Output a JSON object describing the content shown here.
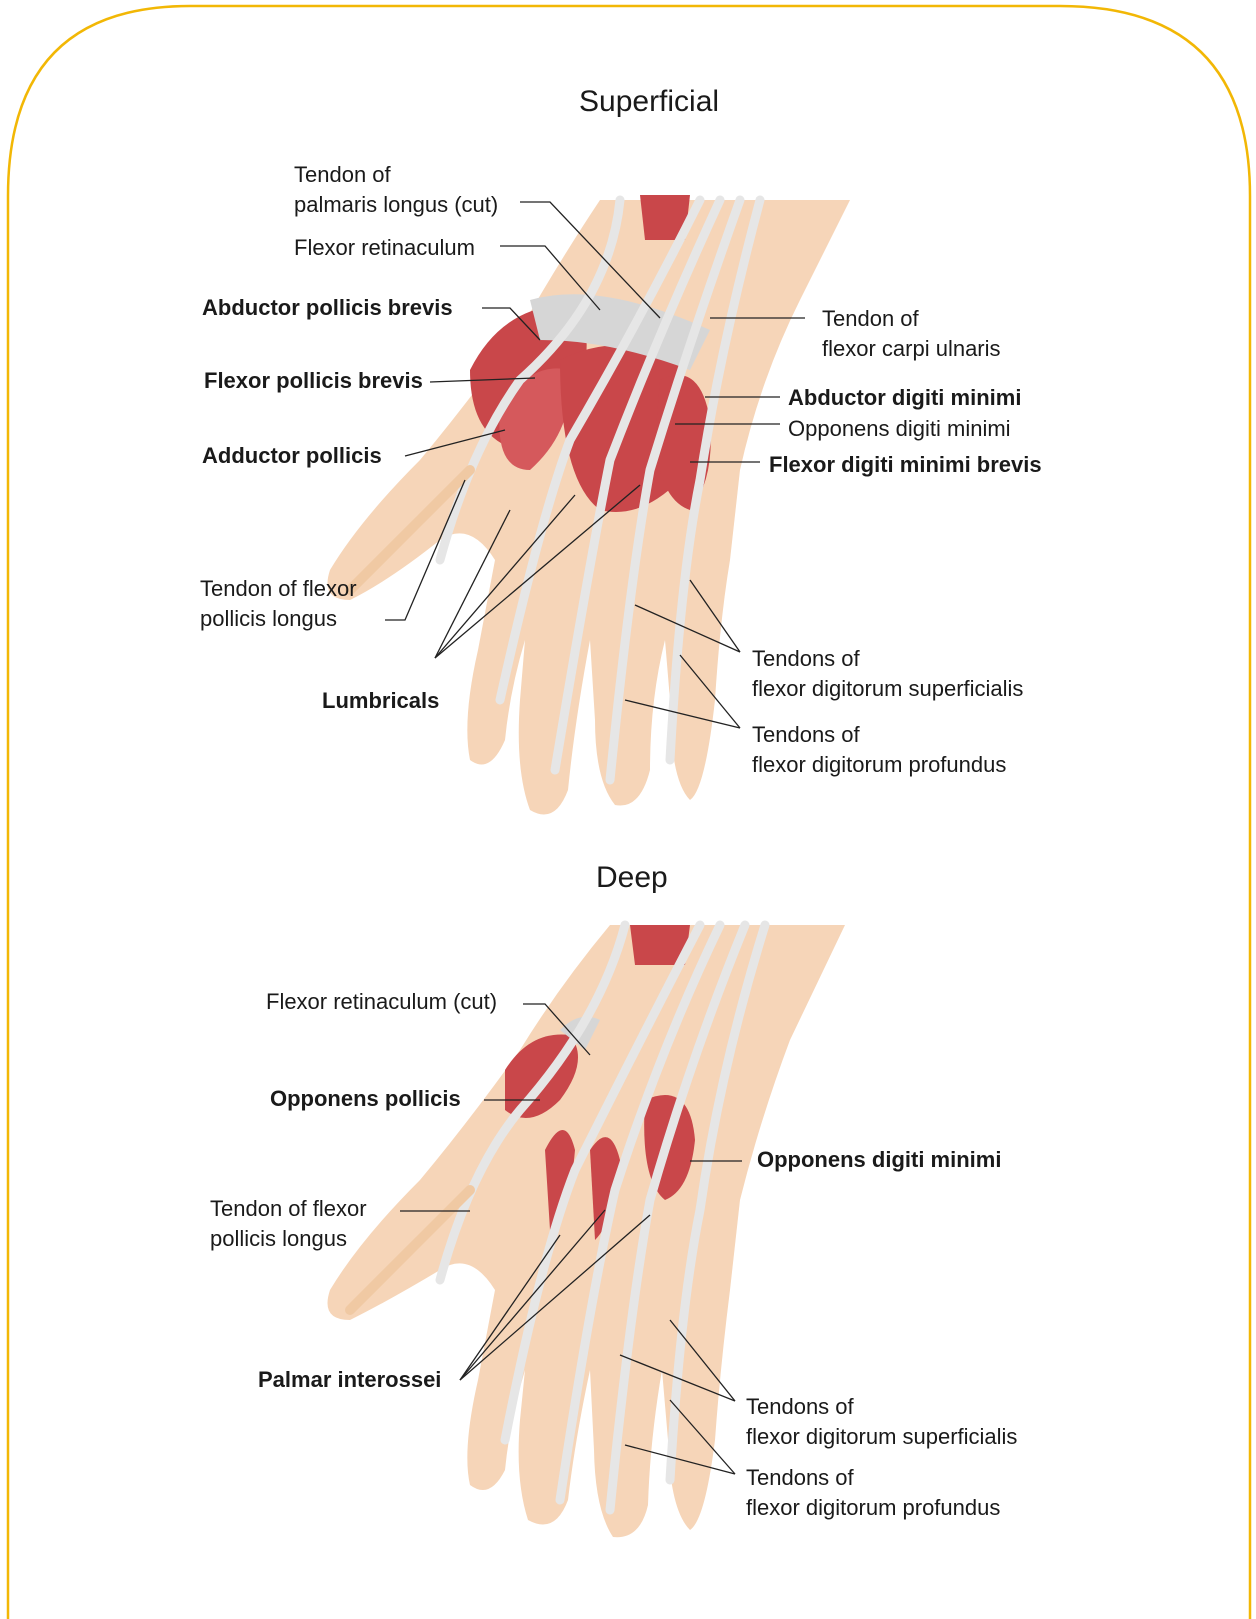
{
  "colors": {
    "frame": "#f2b705",
    "skin": "#f6d5b8",
    "skin_dark": "#efc3a0",
    "muscle": "#c9474a",
    "muscle_light": "#e07e7f",
    "tendon": "#e6e6e6",
    "bone": "#f1d2b0",
    "leader": "#222222"
  },
  "superficial": {
    "title": "Superficial",
    "labels": {
      "tendon_palmaris_l1": "Tendon of",
      "tendon_palmaris_l2": "palmaris longus (cut)",
      "flexor_retinaculum": "Flexor retinaculum",
      "abductor_pollicis_brevis": "Abductor pollicis brevis",
      "flexor_pollicis_brevis": "Flexor pollicis brevis",
      "adductor_pollicis": "Adductor pollicis",
      "tendon_fpl_l1": "Tendon of flexor",
      "tendon_fpl_l2": "pollicis longus",
      "lumbricals": "Lumbricals",
      "tendon_fcu_l1": "Tendon of",
      "tendon_fcu_l2": "flexor carpi ulnaris",
      "abductor_digiti_minimi": "Abductor digiti minimi",
      "opponens_digiti_minimi": "Opponens digiti minimi",
      "flexor_digiti_minimi_brevis": "Flexor digiti minimi brevis",
      "tendons_fds_l1": "Tendons of",
      "tendons_fds_l2": "flexor digitorum superficialis",
      "tendons_fdp_l1": "Tendons of",
      "tendons_fdp_l2": "flexor digitorum profundus"
    }
  },
  "deep": {
    "title": "Deep",
    "labels": {
      "flexor_retinaculum_cut": "Flexor retinaculum (cut)",
      "opponens_pollicis": "Opponens pollicis",
      "tendon_fpl_l1": "Tendon of flexor",
      "tendon_fpl_l2": "pollicis longus",
      "palmar_interossei": "Palmar interossei",
      "opponens_digiti_minimi": "Opponens digiti minimi",
      "tendons_fds_l1": "Tendons of",
      "tendons_fds_l2": "flexor digitorum superficialis",
      "tendons_fdp_l1": "Tendons of",
      "tendons_fdp_l2": "flexor digitorum profundus"
    }
  }
}
